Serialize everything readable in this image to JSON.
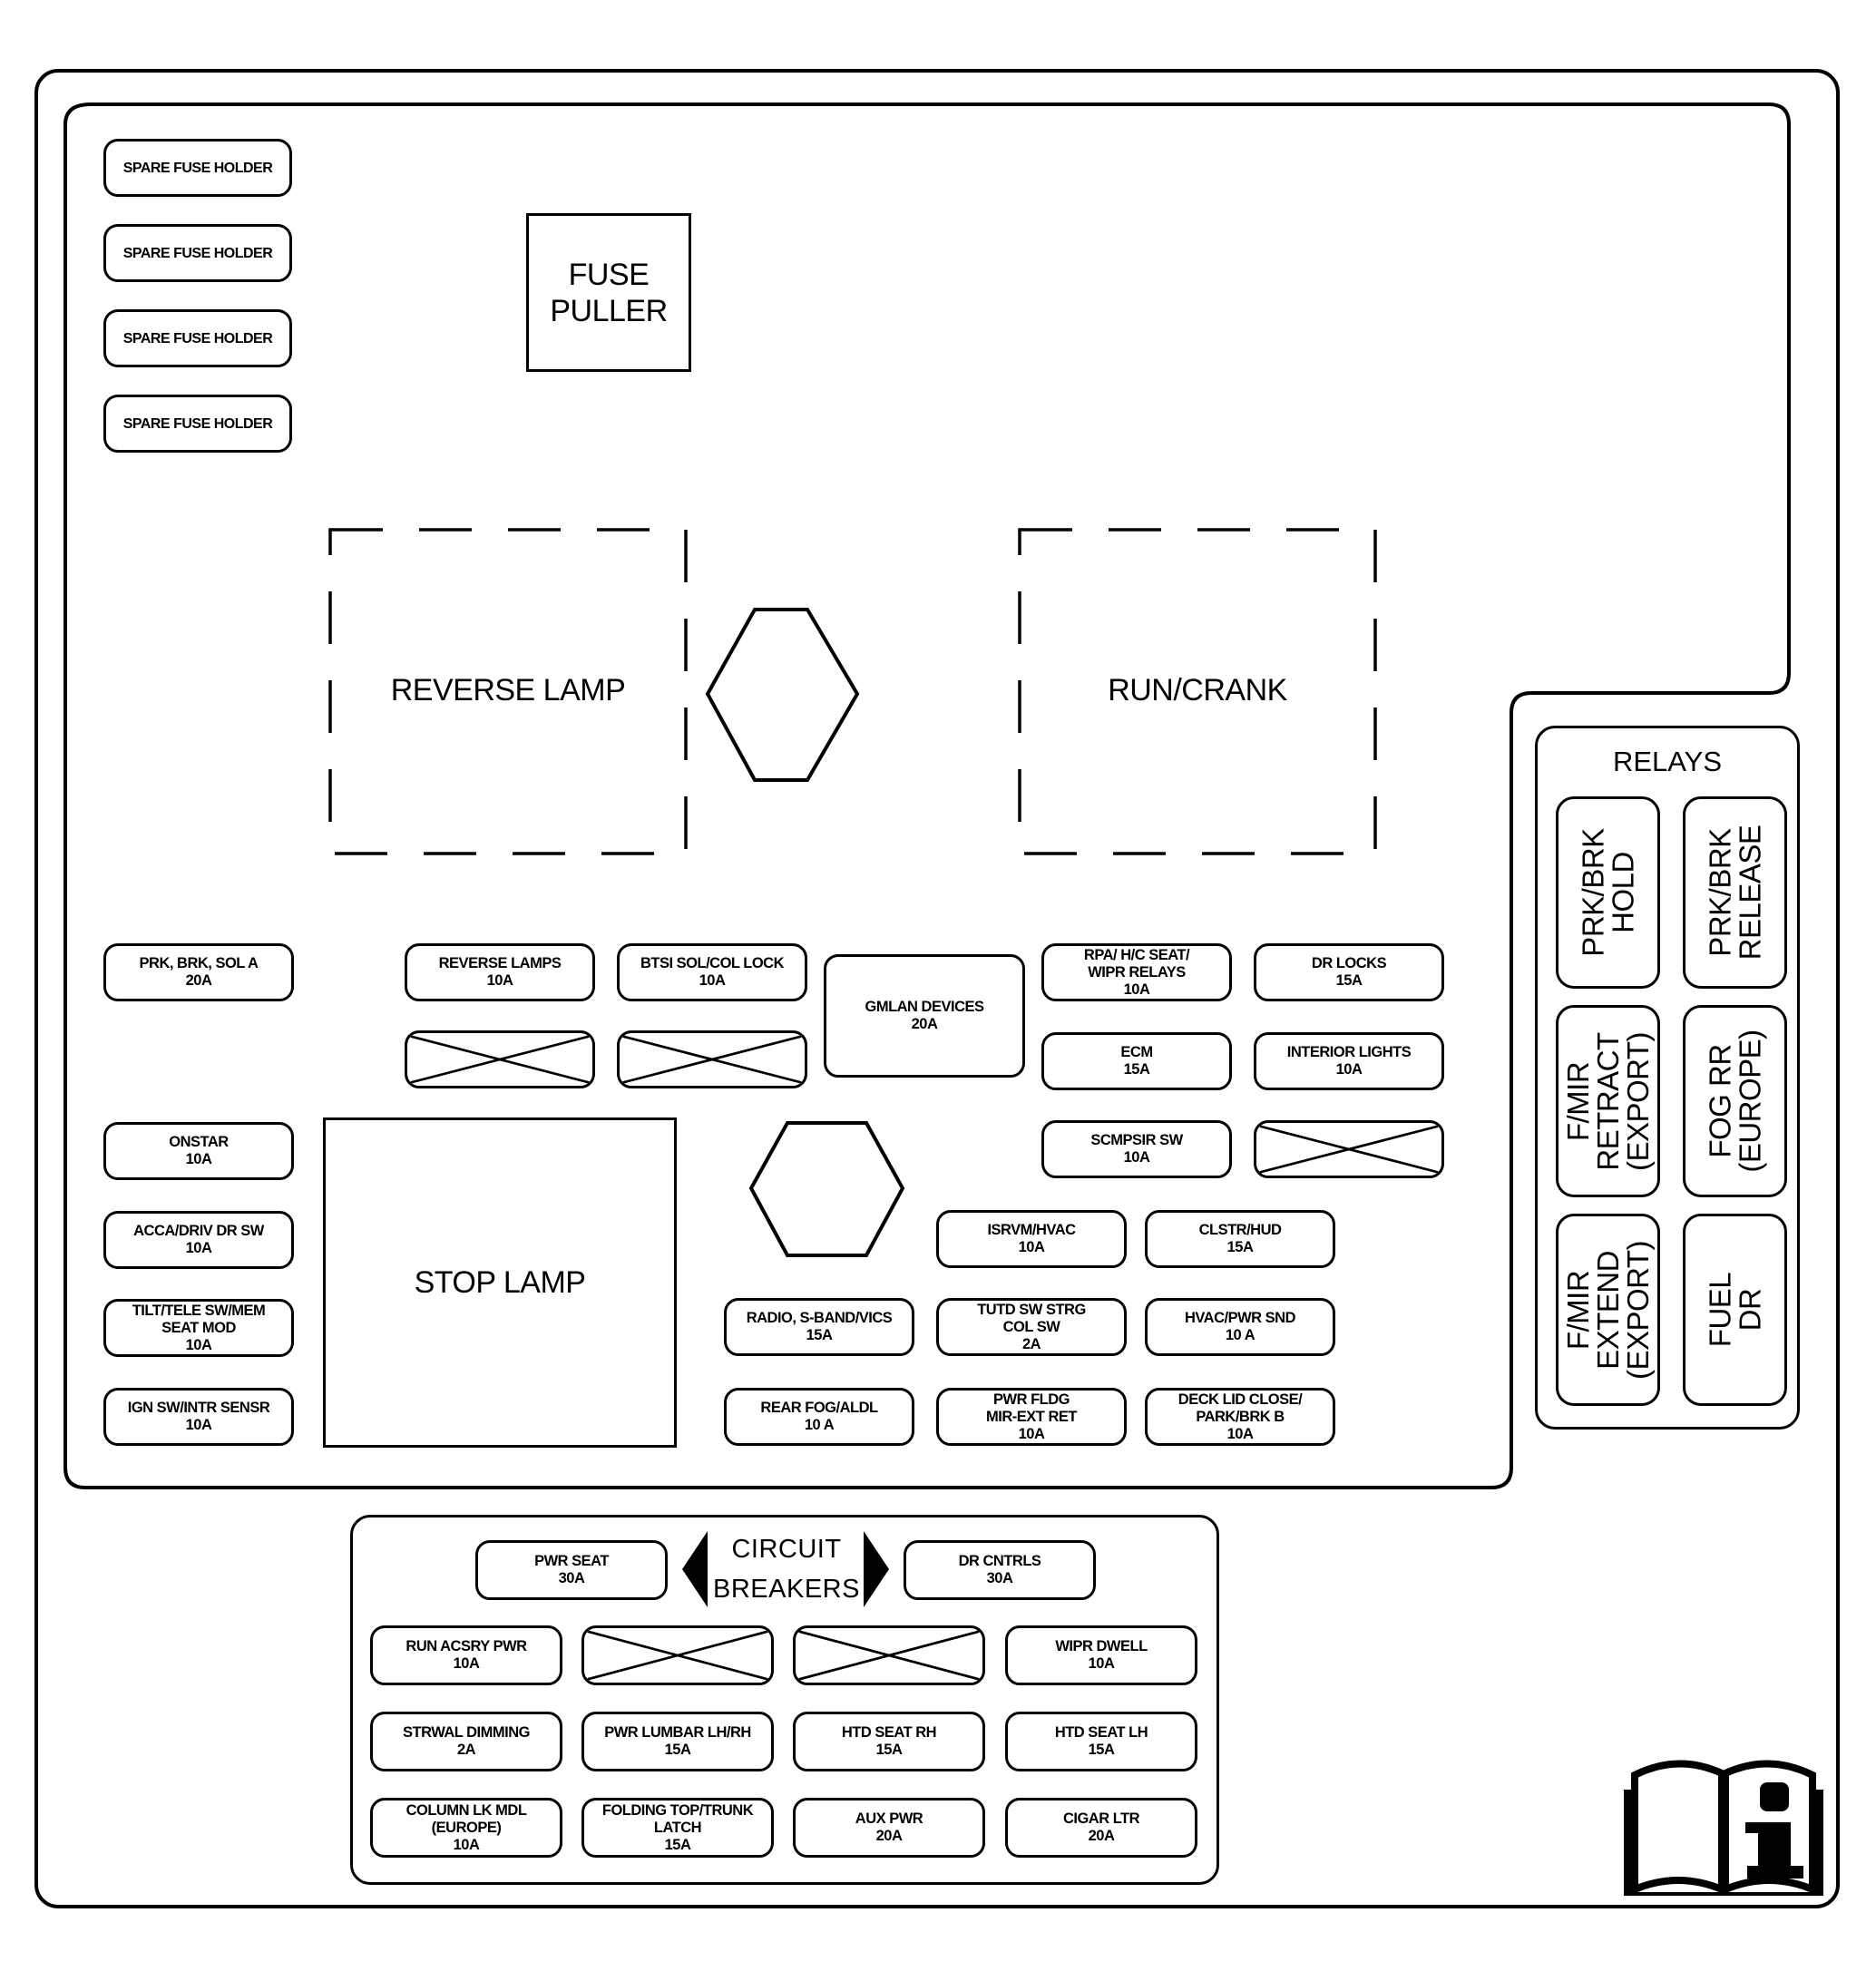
{
  "spare_holders": [
    {
      "label": "SPARE FUSE HOLDER"
    },
    {
      "label": "SPARE FUSE HOLDER"
    },
    {
      "label": "SPARE FUSE HOLDER"
    },
    {
      "label": "SPARE FUSE HOLDER"
    }
  ],
  "fuse_puller": "FUSE\nPULLER",
  "reverse_lamp_relay": "REVERSE LAMP",
  "run_crank_relay": "RUN/CRANK",
  "stop_lamp": "STOP LAMP",
  "fuses": {
    "prk_brk_sol_a": {
      "name": "PRK, BRK, SOL A",
      "rating": "20A"
    },
    "reverse_lamps": {
      "name": "REVERSE LAMPS",
      "rating": "10A"
    },
    "btsi_sol": {
      "name": "BTSI SOL/COL LOCK",
      "rating": "10A"
    },
    "gmlan": {
      "name": "GMLAN DEVICES",
      "rating": "20A"
    },
    "rpa_relays": {
      "name": "RPA/ H/C SEAT/\nWIPR RELAYS",
      "rating": "10A"
    },
    "dr_locks": {
      "name": "DR LOCKS",
      "rating": "15A"
    },
    "ecm": {
      "name": "ECM",
      "rating": "15A"
    },
    "interior_lights": {
      "name": "INTERIOR LIGHTS",
      "rating": "10A"
    },
    "scmpsir_sw": {
      "name": "SCMPSIR SW",
      "rating": "10A"
    },
    "onstar": {
      "name": "ONSTAR",
      "rating": "10A"
    },
    "acca_driv": {
      "name": "ACCA/DRIV DR SW",
      "rating": "10A"
    },
    "tilt_tele": {
      "name": "TILT/TELE SW/MEM\nSEAT MOD",
      "rating": "10A"
    },
    "ign_sw": {
      "name": "IGN SW/INTR SENSR",
      "rating": "10A"
    },
    "isrvm_hvac": {
      "name": "ISRVM/HVAC",
      "rating": "10A"
    },
    "clstr_hud": {
      "name": "CLSTR/HUD",
      "rating": "15A"
    },
    "radio": {
      "name": "RADIO, S-BAND/VICS",
      "rating": "15A"
    },
    "tutd_sw": {
      "name": "TUTD SW STRG\nCOL SW",
      "rating": "2A"
    },
    "hvac_pwr_snd": {
      "name": "HVAC/PWR SND",
      "rating": "10 A"
    },
    "rear_fog": {
      "name": "REAR FOG/ALDL",
      "rating": "10 A"
    },
    "pwr_fldg": {
      "name": "PWR FLDG\nMIR-EXT RET",
      "rating": "10A"
    },
    "deck_lid": {
      "name": "DECK LID CLOSE/\nPARK/BRK B",
      "rating": "10A"
    }
  },
  "relays": {
    "title": "RELAYS",
    "items": [
      {
        "label": "PRK/BRK\nHOLD"
      },
      {
        "label": "PRK/BRK\nRELEASE"
      },
      {
        "label": "F/MIR\nRETRACT\n(EXPORT)"
      },
      {
        "label": "FOG RR\n(EUROPE)"
      },
      {
        "label": "F/MIR\nEXTEND\n(EXPORT)"
      },
      {
        "label": "FUEL DR"
      }
    ]
  },
  "circuit_breakers": {
    "title": "CIRCUIT\nBREAKERS",
    "pwr_seat": {
      "name": "PWR SEAT",
      "rating": "30A"
    },
    "dr_cntrls": {
      "name": "DR CNTRLS",
      "rating": "30A"
    },
    "run_acsry": {
      "name": "RUN ACSRY PWR",
      "rating": "10A"
    },
    "wipr_dwell": {
      "name": "WIPR DWELL",
      "rating": "10A"
    },
    "strwal_dimming": {
      "name": "STRWAL DIMMING",
      "rating": "2A"
    },
    "pwr_lumbar": {
      "name": "PWR LUMBAR LH/RH",
      "rating": "15A"
    },
    "htd_seat_rh": {
      "name": "HTD SEAT RH",
      "rating": "15A"
    },
    "htd_seat_lh": {
      "name": "HTD SEAT LH",
      "rating": "15A"
    },
    "column_lk": {
      "name": "COLUMN LK MDL\n(EUROPE)",
      "rating": "10A"
    },
    "folding_top": {
      "name": "FOLDING TOP/TRUNK\nLATCH",
      "rating": "15A"
    },
    "aux_pwr": {
      "name": "AUX PWR",
      "rating": "20A"
    },
    "cigar_ltr": {
      "name": "CIGAR LTR",
      "rating": "20A"
    }
  }
}
